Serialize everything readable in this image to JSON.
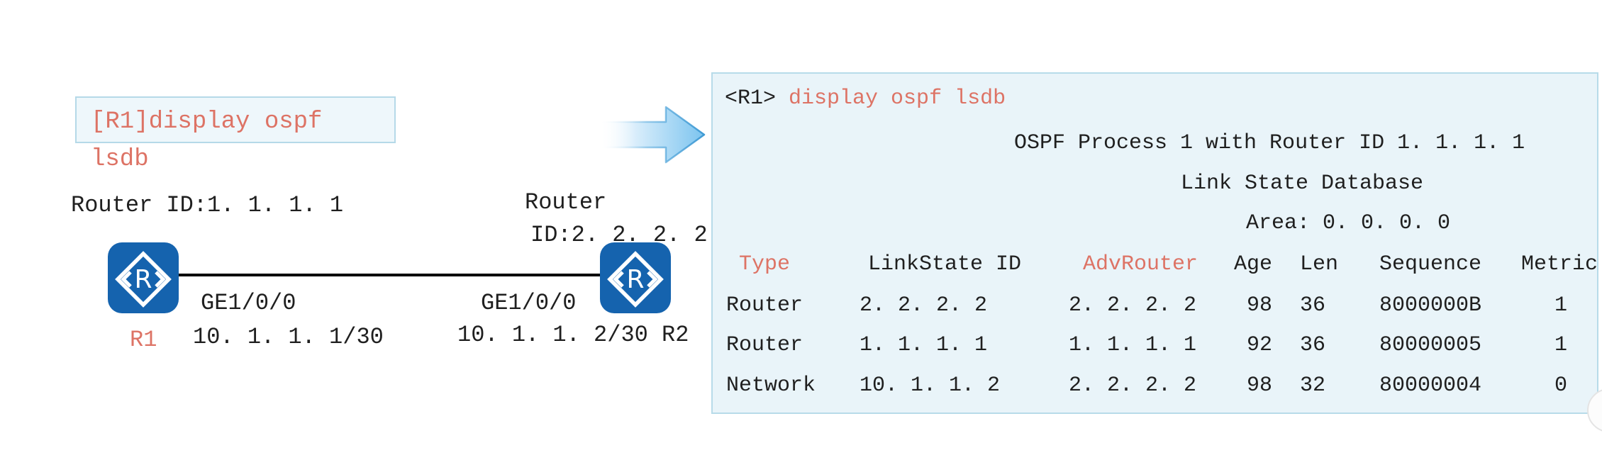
{
  "colors": {
    "accent_salmon": "#dd7365",
    "text_black": "#1f1f1f",
    "panel_bg": "#e9f4f9",
    "panel_border": "#b7dbe9",
    "command_box_bg": "#eef7fb",
    "command_box_border": "#b5d9e8",
    "router_blue": "#1563ae",
    "arrow_blue": "#7cc4ef",
    "link_line": "#000000"
  },
  "diagram": {
    "command_box_line": "[R1]display ospf",
    "command_overflow": "lsdb",
    "r1": {
      "router_id": "Router ID:1. 1. 1. 1",
      "icon_letter": "R",
      "interface": "GE1/0/0",
      "name": "R1",
      "ip": "10. 1. 1. 1/30"
    },
    "r2": {
      "router_id_line1": "Router",
      "router_id_line2": "ID:2. 2. 2. 2",
      "icon_letter": "R",
      "interface": "GE1/0/0",
      "ip_and_name": "10. 1. 1. 2/30 R2"
    }
  },
  "terminal": {
    "prompt": "<R1>",
    "command": "display ospf lsdb",
    "info_lines": [
      "OSPF Process 1 with Router ID 1. 1. 1. 1",
      "Link State Database",
      "Area: 0. 0. 0. 0"
    ],
    "table": {
      "headers": {
        "type": "Type",
        "linkstate_id": "LinkState ID",
        "adv_router": "AdvRouter",
        "age": "Age",
        "len": "Len",
        "sequence": "Sequence",
        "metric": "Metric"
      },
      "rows": [
        {
          "type": "Router",
          "linkstate_id": "2. 2. 2. 2",
          "adv_router": "2. 2. 2. 2",
          "age": "98",
          "len": "36",
          "sequence": "8000000B",
          "metric": "1"
        },
        {
          "type": "Router",
          "linkstate_id": "1. 1. 1. 1",
          "adv_router": "1. 1. 1. 1",
          "age": "92",
          "len": "36",
          "sequence": "80000005",
          "metric": "1"
        },
        {
          "type": "Network",
          "linkstate_id": "10. 1. 1. 2",
          "adv_router": "2. 2. 2. 2",
          "age": "98",
          "len": "32",
          "sequence": "80000004",
          "metric": "0"
        }
      ]
    }
  }
}
